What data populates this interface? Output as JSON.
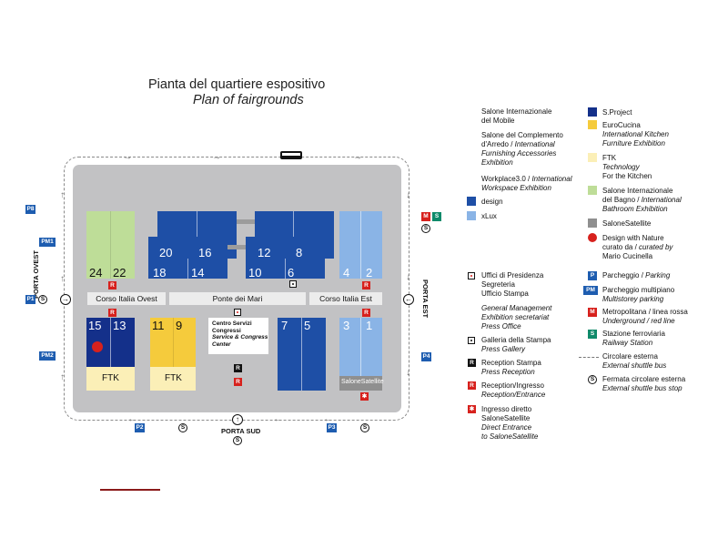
{
  "title": {
    "it": "Pianta del quartiere espositivo",
    "en": "Plan of fairgrounds"
  },
  "halls": {
    "h24": "24",
    "h22": "22",
    "h20": "20",
    "h16": "16",
    "h18": "18",
    "h14": "14",
    "h12": "12",
    "h8": "8",
    "h10": "10",
    "h6": "6",
    "h4": "4",
    "h2": "2",
    "h15": "15",
    "h13": "13",
    "h11": "11",
    "h9": "9",
    "h7": "7",
    "h5": "5",
    "h3": "3",
    "h1": "1"
  },
  "ftk_label": "FTK",
  "salone_satellite_label": "SaloneSatellite",
  "streets": {
    "west": "Corso Italia Ovest",
    "bridge": "Ponte dei Mari",
    "east": "Corso Italia Est"
  },
  "service_center": {
    "line1": "Centro Servizi",
    "line2": "Congressi",
    "line3": "Service & Congress",
    "line4": "Center"
  },
  "gates": {
    "west": "PORTA OVEST",
    "east": "PORTA EST",
    "south": "PORTA SUD"
  },
  "parking": {
    "p1": "P1",
    "p2": "P2",
    "p3": "P3",
    "p4": "P4",
    "p8": "P8",
    "pm1": "PM1",
    "pm2": "PM2"
  },
  "icons": {
    "reception_entrance": "R",
    "press_reception": "R",
    "metro": "M",
    "railway": "S",
    "bus_stop": "S",
    "parking": "P",
    "multistorey": "PM"
  },
  "legend": {
    "salone_mobile": [
      "Salone Internazionale",
      "del Mobile"
    ],
    "complemento": [
      "Salone del Complemento",
      "d'Arredo / ",
      "International",
      "Furnishing Accessories",
      "Exhibition"
    ],
    "workplace": [
      "Workplace3.0 / ",
      "International",
      "Workspace Exhibition"
    ],
    "design": "design",
    "xlux": "xLux",
    "sproject": "S.Project",
    "eurocucina": [
      "EuroCucina",
      "International Kitchen",
      "Furniture Exhibition"
    ],
    "ftk": [
      "FTK",
      "Technology",
      "For the Kitchen"
    ],
    "bagno": [
      "Salone Internazionale",
      "del Bagno / ",
      "International",
      "Bathroom Exhibition"
    ],
    "salonesatellite": "SaloneSatellite",
    "nature": [
      "Design with Nature",
      "curato da / ",
      "curated by",
      "Mario Cucinella"
    ],
    "presidenza": [
      "Uffici di Presidenza",
      "Segreteria",
      "Ufficio Stampa",
      "General Management",
      "Exhibition secretariat",
      "Press Office"
    ],
    "galleria": [
      "Galleria della Stampa",
      "Press Gallery"
    ],
    "reception_stampa": [
      "Reception Stampa",
      "Press Reception"
    ],
    "reception_ingresso": [
      "Reception/Ingresso",
      "Reception/Entrance"
    ],
    "ingresso_diretto": [
      "Ingresso diretto",
      "SaloneSatellite",
      "Direct Entrance",
      "to SaloneSatellite"
    ],
    "parcheggio": [
      "Parcheggio / ",
      "Parking"
    ],
    "multipiano": [
      "Parcheggio multipiano",
      "Multistorey parking"
    ],
    "metro": [
      "Metropolitana / linea rossa",
      "Underground / red line"
    ],
    "ferrovia": [
      "Stazione ferroviaria",
      "Railway Station"
    ],
    "circolare": [
      "Circolare esterna",
      "External shuttle bus"
    ],
    "fermata": [
      "Fermata circolare esterna",
      "External shuttle bus stop"
    ]
  },
  "colors": {
    "green": "#bedd98",
    "design_blue": "#1e4fa6",
    "xlux_blue": "#8ab4e6",
    "sproject_navy": "#14308a",
    "eurocucina_yellow": "#f5cb3c",
    "ftk_cream": "#fbefb7",
    "satellite_grey": "#8f8f8f",
    "reception_red": "#d7211d"
  }
}
